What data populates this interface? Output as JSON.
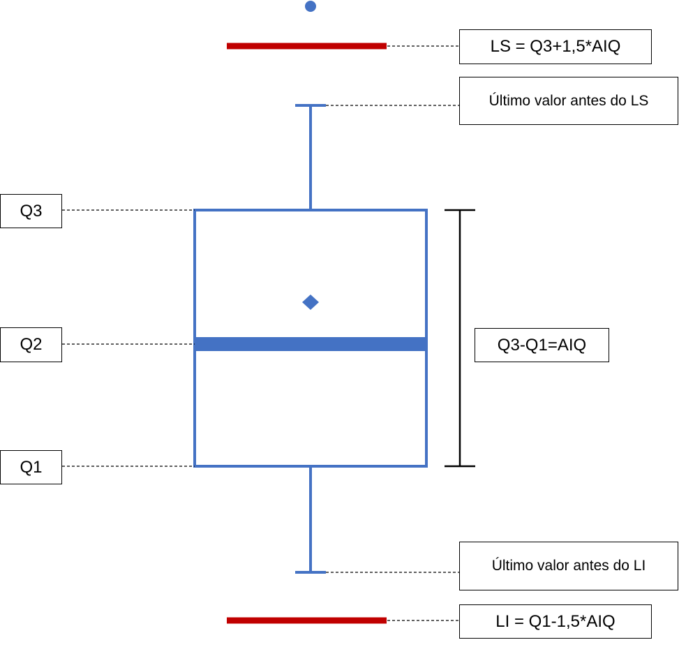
{
  "labels": {
    "ls": "LS = Q3+1,5*AIQ",
    "last_before_ls": "Último valor antes do LS",
    "q3": "Q3",
    "q2": "Q2",
    "q1": "Q1",
    "iqr": "Q3-Q1=AIQ",
    "last_before_li": "Último valor antes do LI",
    "li": "LI = Q1-1,5*AIQ"
  },
  "colors": {
    "box": "#4472C4",
    "limit_line": "#C00000",
    "leader": "#000000"
  },
  "markers": {
    "outlier": "circle",
    "mean": "diamond"
  }
}
